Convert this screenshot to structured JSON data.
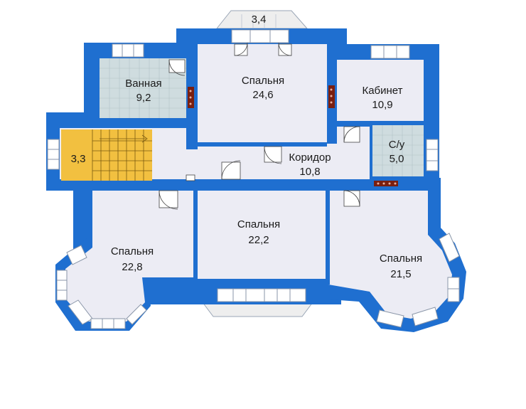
{
  "colors": {
    "wall": "#1f6fd0",
    "wall_dark": "#1553a6",
    "room": "#ececf4",
    "tile": "#cfdcdf",
    "stairs": "#f2c040",
    "window": "#ffffff",
    "balcony": "#eeeeee",
    "heater": "#7a1f10"
  },
  "rooms": {
    "bath": {
      "name": "Ванная",
      "area": "9,2"
    },
    "bed_top": {
      "name": "Спальня",
      "area": "24,6"
    },
    "office": {
      "name": "Кабинет",
      "area": "10,9"
    },
    "stairs": {
      "name": "",
      "area": "3,3"
    },
    "wc": {
      "name": "С/у",
      "area": "5,0"
    },
    "corridor": {
      "name": "Коридор",
      "area": "10,8"
    },
    "bed_left": {
      "name": "Спальня",
      "area": "22,8"
    },
    "bed_mid": {
      "name": "Спальня",
      "area": "22,2"
    },
    "bed_right": {
      "name": "Спальня",
      "area": "21,5"
    },
    "balcony": {
      "name": "",
      "area": "3,4"
    }
  }
}
